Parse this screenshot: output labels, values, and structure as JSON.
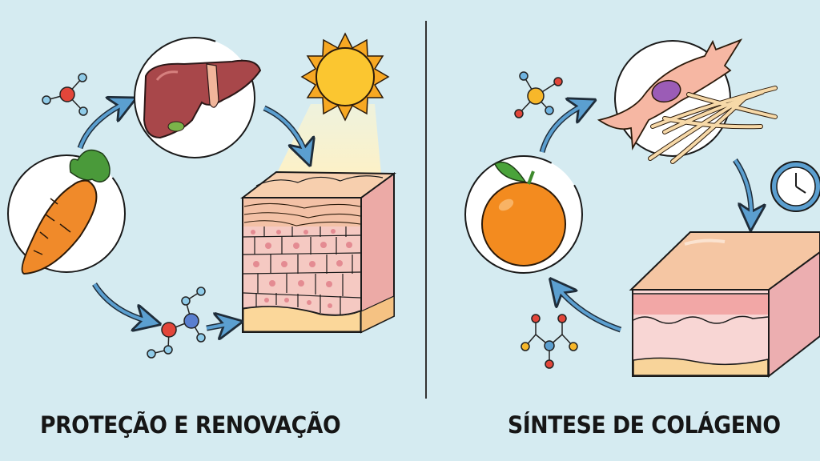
{
  "background_color": "#d5ebf1",
  "panels": [
    {
      "id": "left",
      "caption": "PROTEÇÃO E RENOVAÇÃO",
      "elements": [
        "carrot",
        "liver",
        "sun-with-light-beam",
        "skin-epidermis-block",
        "molecule-small",
        "molecule-retinoid"
      ],
      "flow": [
        "carrot",
        "liver",
        "skin-epidermis-block"
      ],
      "arrow_color": "#5b9fd0"
    },
    {
      "id": "right",
      "caption": "SÍNTESE DE COLÁGENO",
      "elements": [
        "orange",
        "fibroblast-cell-with-collagen-fibers",
        "clock",
        "skin-layers-block",
        "molecule-vitamin-c",
        "molecule-amino"
      ],
      "flow": [
        "orange",
        "fibroblast-cell-with-collagen-fibers",
        "skin-layers-block",
        "orange"
      ],
      "arrow_color": "#5b9fd0"
    }
  ],
  "divider": {
    "color": "#333333"
  }
}
